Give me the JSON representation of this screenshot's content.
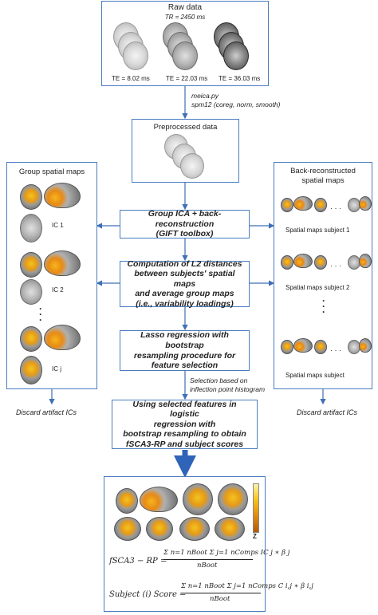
{
  "raw": {
    "title": "Raw data",
    "tr": "TR = 2450 ms",
    "te1": "TE = 8.02 ms",
    "te2": "TE = 22.03 ms",
    "te3": "TE = 36.03 ms"
  },
  "tools": {
    "line1": "meica.py",
    "line2": "spm12 (coreg, norm, smooth)"
  },
  "pre": {
    "title": "Preprocessed data"
  },
  "group": {
    "title": "Group spatial maps",
    "ic1": "IC 1",
    "ic2": "IC 2",
    "icj": "IC j",
    "discard": "Discard artifact ICs"
  },
  "back": {
    "title1": "Back-reconstructed",
    "title2": "spatial maps",
    "s1": "Spatial maps subject 1",
    "s2": "Spatial maps subject 2",
    "si": "Spatial maps subject",
    "discard": "Discard artifact ICs"
  },
  "steps": {
    "ica1": "Group ICA + back-reconstruction",
    "ica2": "(GIFT toolbox)",
    "l2_1": "Computation of L2 distances",
    "l2_2": "between subjects' spatial maps",
    "l2_3": "and average group maps",
    "l2_4": "(i.e., variability loadings)",
    "lasso1": "Lasso regression with bootstrap",
    "lasso2": "resampling procedure for",
    "lasso3": "feature selection",
    "sel1": "Selection based on",
    "sel2": "inflection point histogram",
    "log1": "Using selected features in logistic",
    "log2": "regression with",
    "log3": "bootstrap resampling to obtain",
    "log4": "fSCA3-RP and subject scores"
  },
  "result": {
    "colorbar_label": "Z",
    "f1_lhs": "fSCA3 − RP =",
    "f1_num": "Σ n=1 nBoot Σ j=1 nComps IC j ∗ β j",
    "f1_den": "nBoot",
    "f2_lhs": "Subject (i) Score =",
    "f2_num": "Σ n=1 nBoot Σ j=1 nComps C i,j ∗ β i,j",
    "f2_den": "nBoot"
  }
}
